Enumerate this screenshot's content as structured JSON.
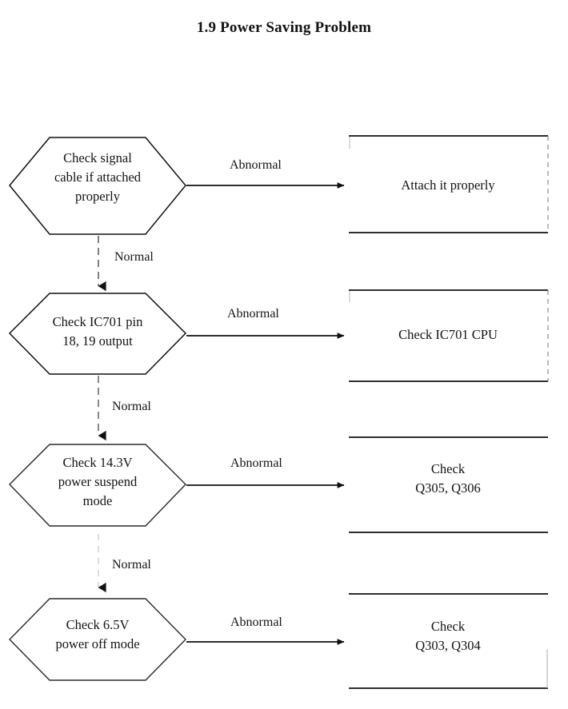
{
  "document": {
    "title": "1.9 Power Saving Problem"
  },
  "flow": {
    "decisions": [
      {
        "id": "check-signal-cable",
        "lines": [
          "Check signal",
          "cable if attached",
          "properly"
        ]
      },
      {
        "id": "check-ic701-pins",
        "lines": [
          "Check IC701 pin",
          "18, 19 output"
        ]
      },
      {
        "id": "check-14v-suspend",
        "lines": [
          "Check 14.3V",
          "power suspend",
          "mode"
        ]
      },
      {
        "id": "check-65v-poweroff",
        "lines": [
          "Check 6.5V",
          "power off mode"
        ]
      }
    ],
    "actions": [
      {
        "id": "attach-properly",
        "lines": [
          "Attach it properly"
        ]
      },
      {
        "id": "check-ic701-cpu",
        "lines": [
          "Check IC701 CPU"
        ]
      },
      {
        "id": "check-q305-q306",
        "lines": [
          "Check",
          "Q305, Q306"
        ]
      },
      {
        "id": "check-q303-q304",
        "lines": [
          "Check",
          "Q303, Q304"
        ]
      }
    ],
    "branch_labels": {
      "abnormal": "Abnormal",
      "normal": "Normal"
    },
    "abnormal_labels": [
      "Abnormal",
      "Abnormal",
      "Abnormal",
      "Abnormal"
    ],
    "normal_labels": [
      "Normal",
      "Normal",
      "Normal"
    ]
  },
  "colors": {
    "ink": "#111111",
    "paper": "#ffffff",
    "faint_ink": "#9a9a9a"
  }
}
